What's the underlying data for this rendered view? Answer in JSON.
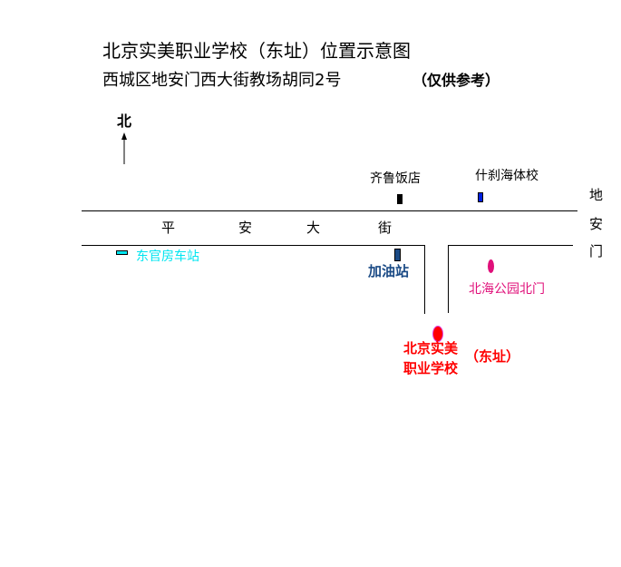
{
  "title": "北京实美职业学校（东址）位置示意图",
  "address": "西城区地安门西大街教场胡同2号",
  "note": "（仅供参考）",
  "north_label": "北",
  "street": [
    "平",
    "安",
    "大",
    "街"
  ],
  "cross_street": [
    "地",
    "安",
    "门"
  ],
  "landmarks": {
    "qilu": "齐鲁饭店",
    "shichahai": "什刹海体校",
    "dongguanfang": "东官房车站",
    "gas": "加油站",
    "beihai": "北海公园北门",
    "school_line1": "北京实美",
    "school_line2": "职业学校",
    "school_suffix": "（东址）"
  },
  "colors": {
    "cyan": "#00e5f0",
    "gas": "#1a4a85",
    "pink": "#e0107a",
    "red": "#ff0000",
    "blue": "#0020e0"
  }
}
